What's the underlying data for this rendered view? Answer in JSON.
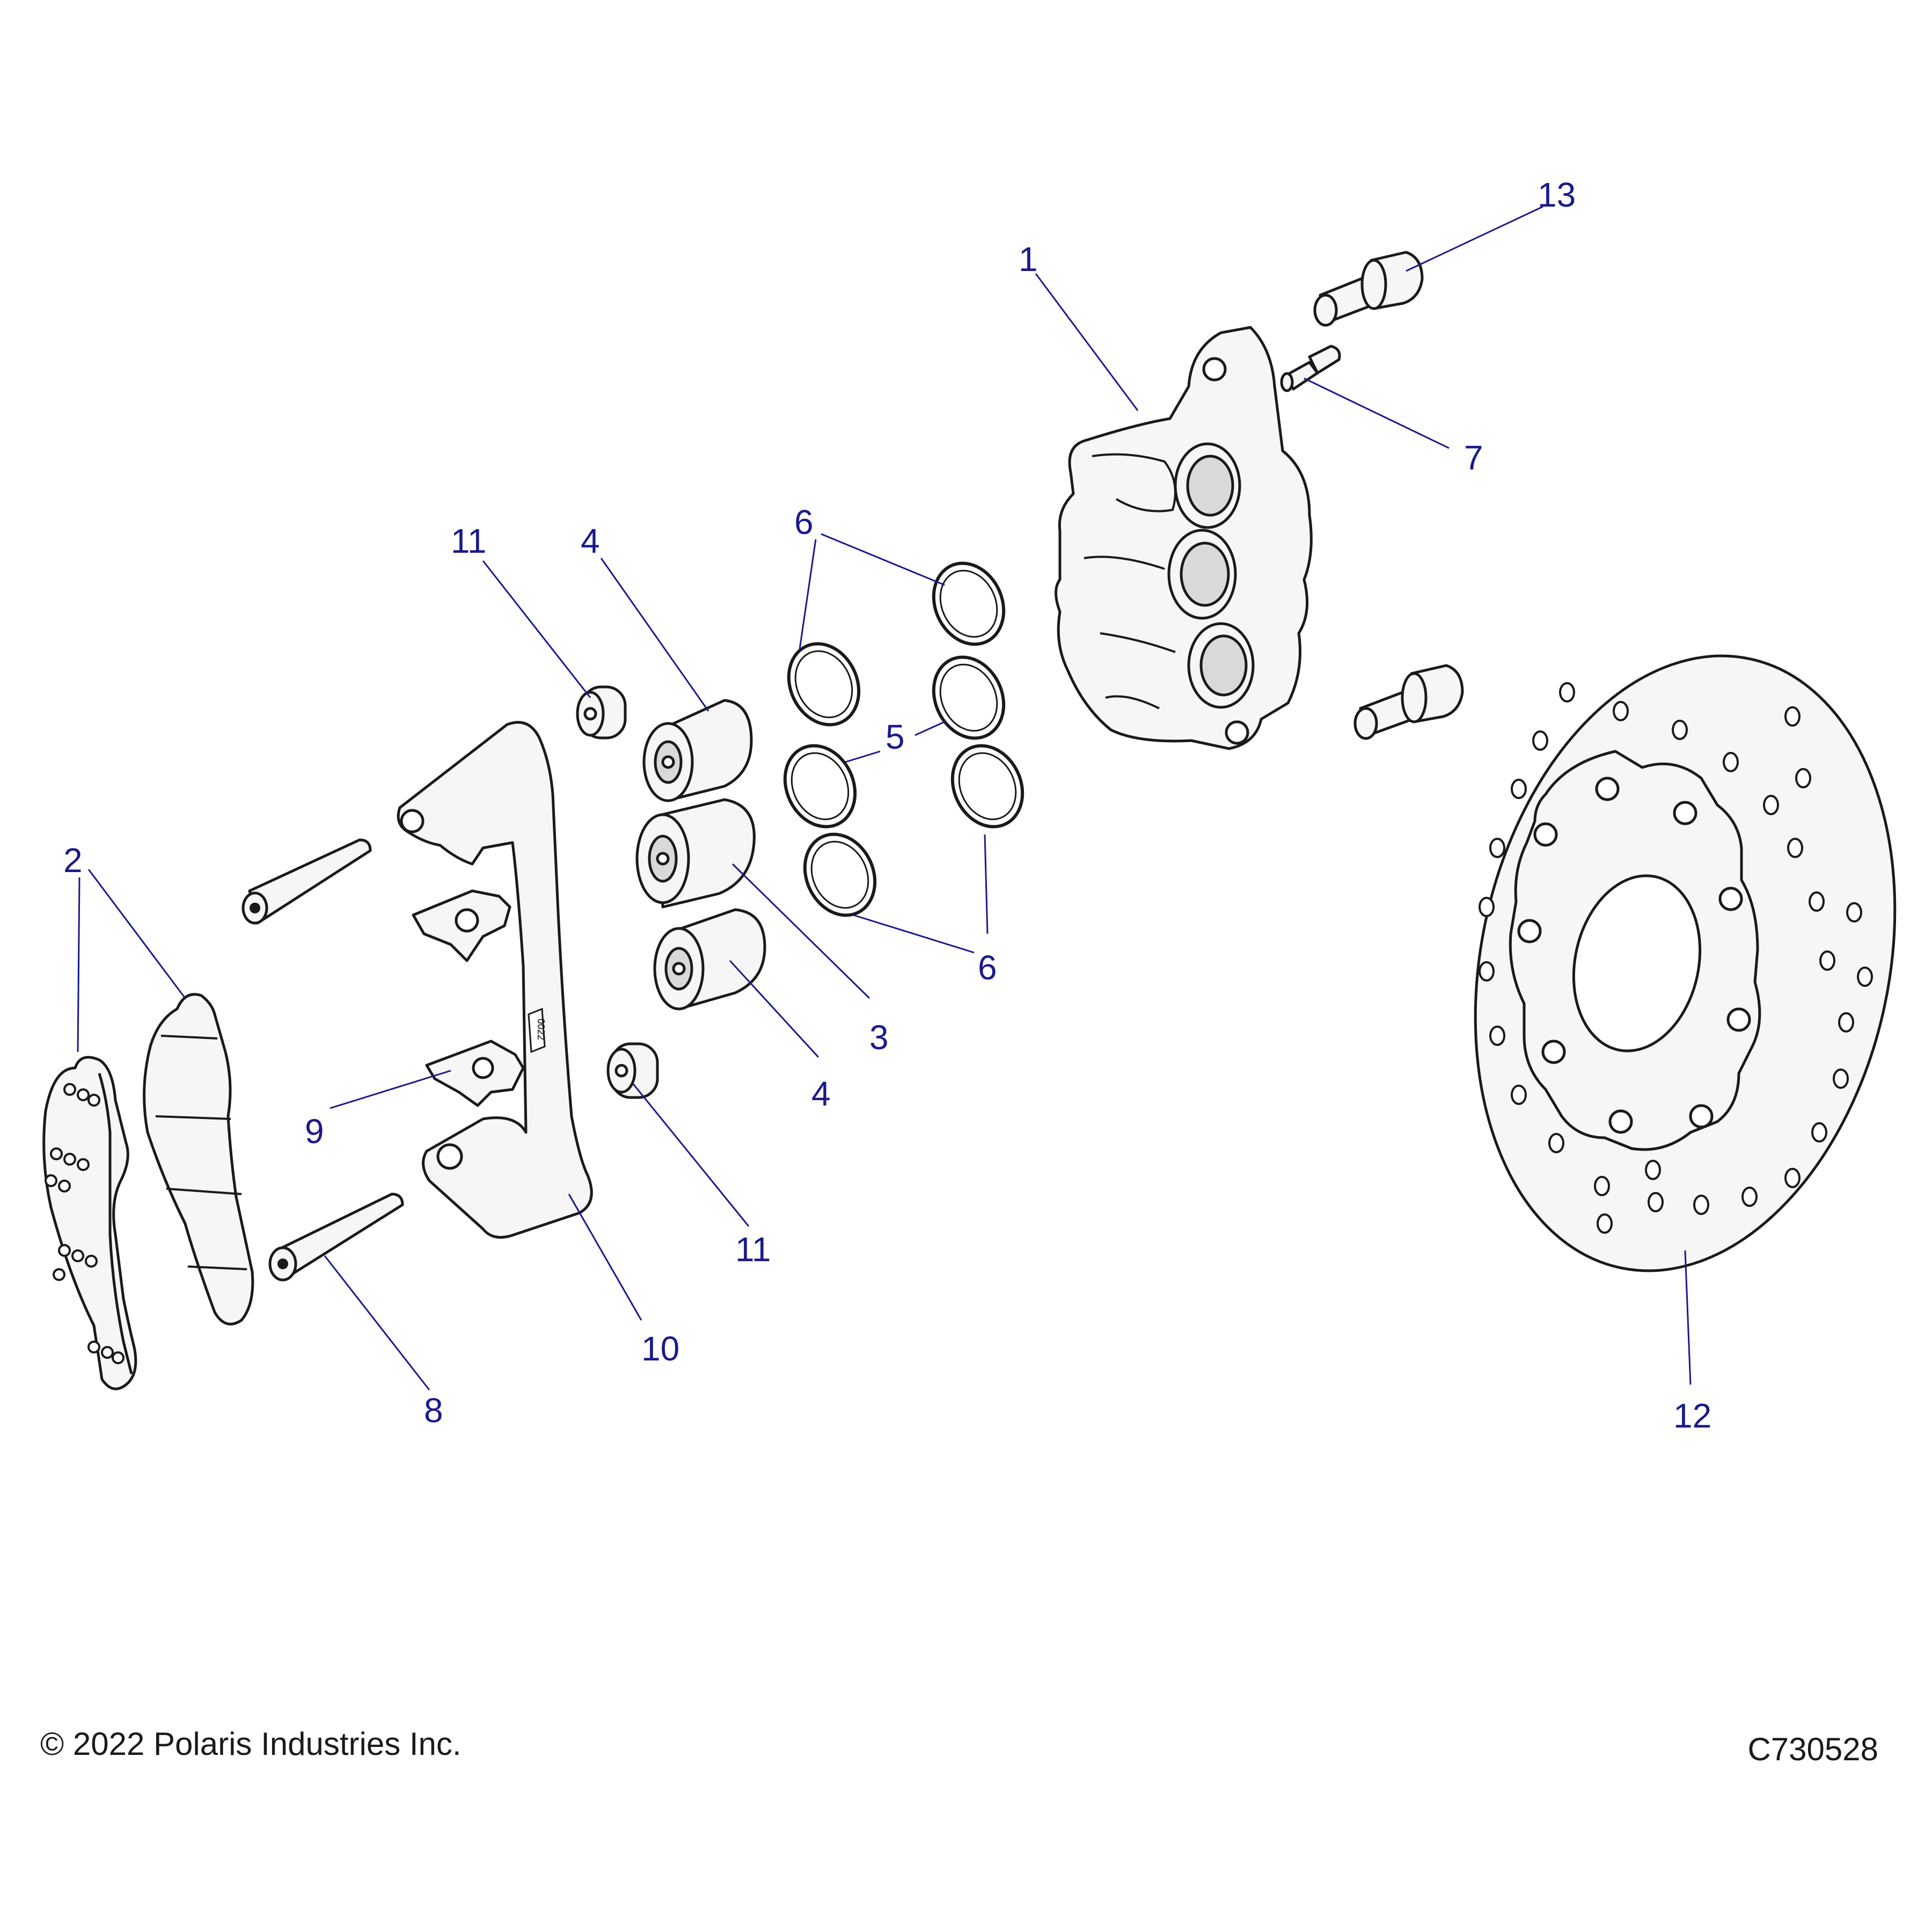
{
  "callouts": {
    "c1": "1",
    "c2": "2",
    "c3": "3",
    "c4a": "4",
    "c4b": "4",
    "c5": "5",
    "c6a": "6",
    "c6b": "6",
    "c7": "7",
    "c8": "8",
    "c9": "9",
    "c10": "10",
    "c11a": "11",
    "c11b": "11",
    "c12": "12",
    "c13": "13"
  },
  "bracket_marking": "0022",
  "footer": {
    "copyright": "© 2022 Polaris Industries Inc.",
    "drawing_id": "C730528"
  },
  "colors": {
    "callout": "#1a1a8a",
    "outline": "#1a1a1a",
    "part_fill": "#f6f6f6"
  }
}
